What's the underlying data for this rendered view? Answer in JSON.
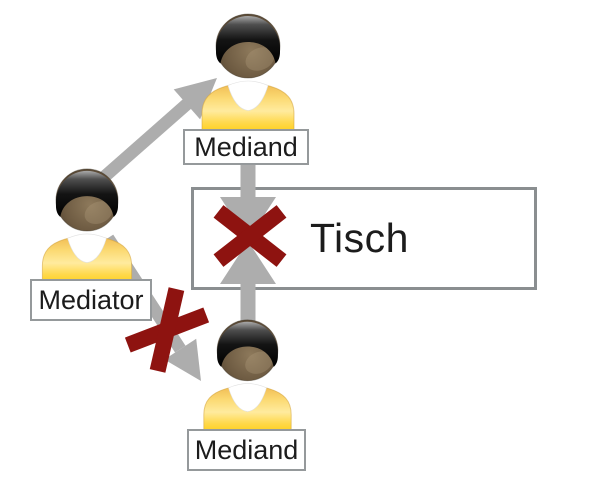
{
  "diagram": {
    "kind": "mediation-seating-diagram",
    "labels": {
      "mediand_top": "Mediand",
      "mediator": "Mediator",
      "mediand_bottom": "Mediand",
      "table": "Tisch"
    },
    "icons": {
      "persons": [
        "person-icon",
        "person-icon",
        "person-icon"
      ],
      "crosses": [
        "x-mark-icon",
        "x-mark-icon"
      ],
      "arrows": [
        "arrow-up-right-icon",
        "arrow-down-right-icon",
        "arrow-down-icon",
        "arrow-up-icon"
      ]
    },
    "colors": {
      "arrow_gray": "#adadad",
      "cross_red": "#8e1310",
      "box_border": "#95999b",
      "table_border": "#8a8e90",
      "text": "#1c1c1c",
      "shirt_yellow": "#ffd84d",
      "skin_brown": "#74604a",
      "hair_dark": "#1a1a1a",
      "background": "#ffffff"
    }
  }
}
